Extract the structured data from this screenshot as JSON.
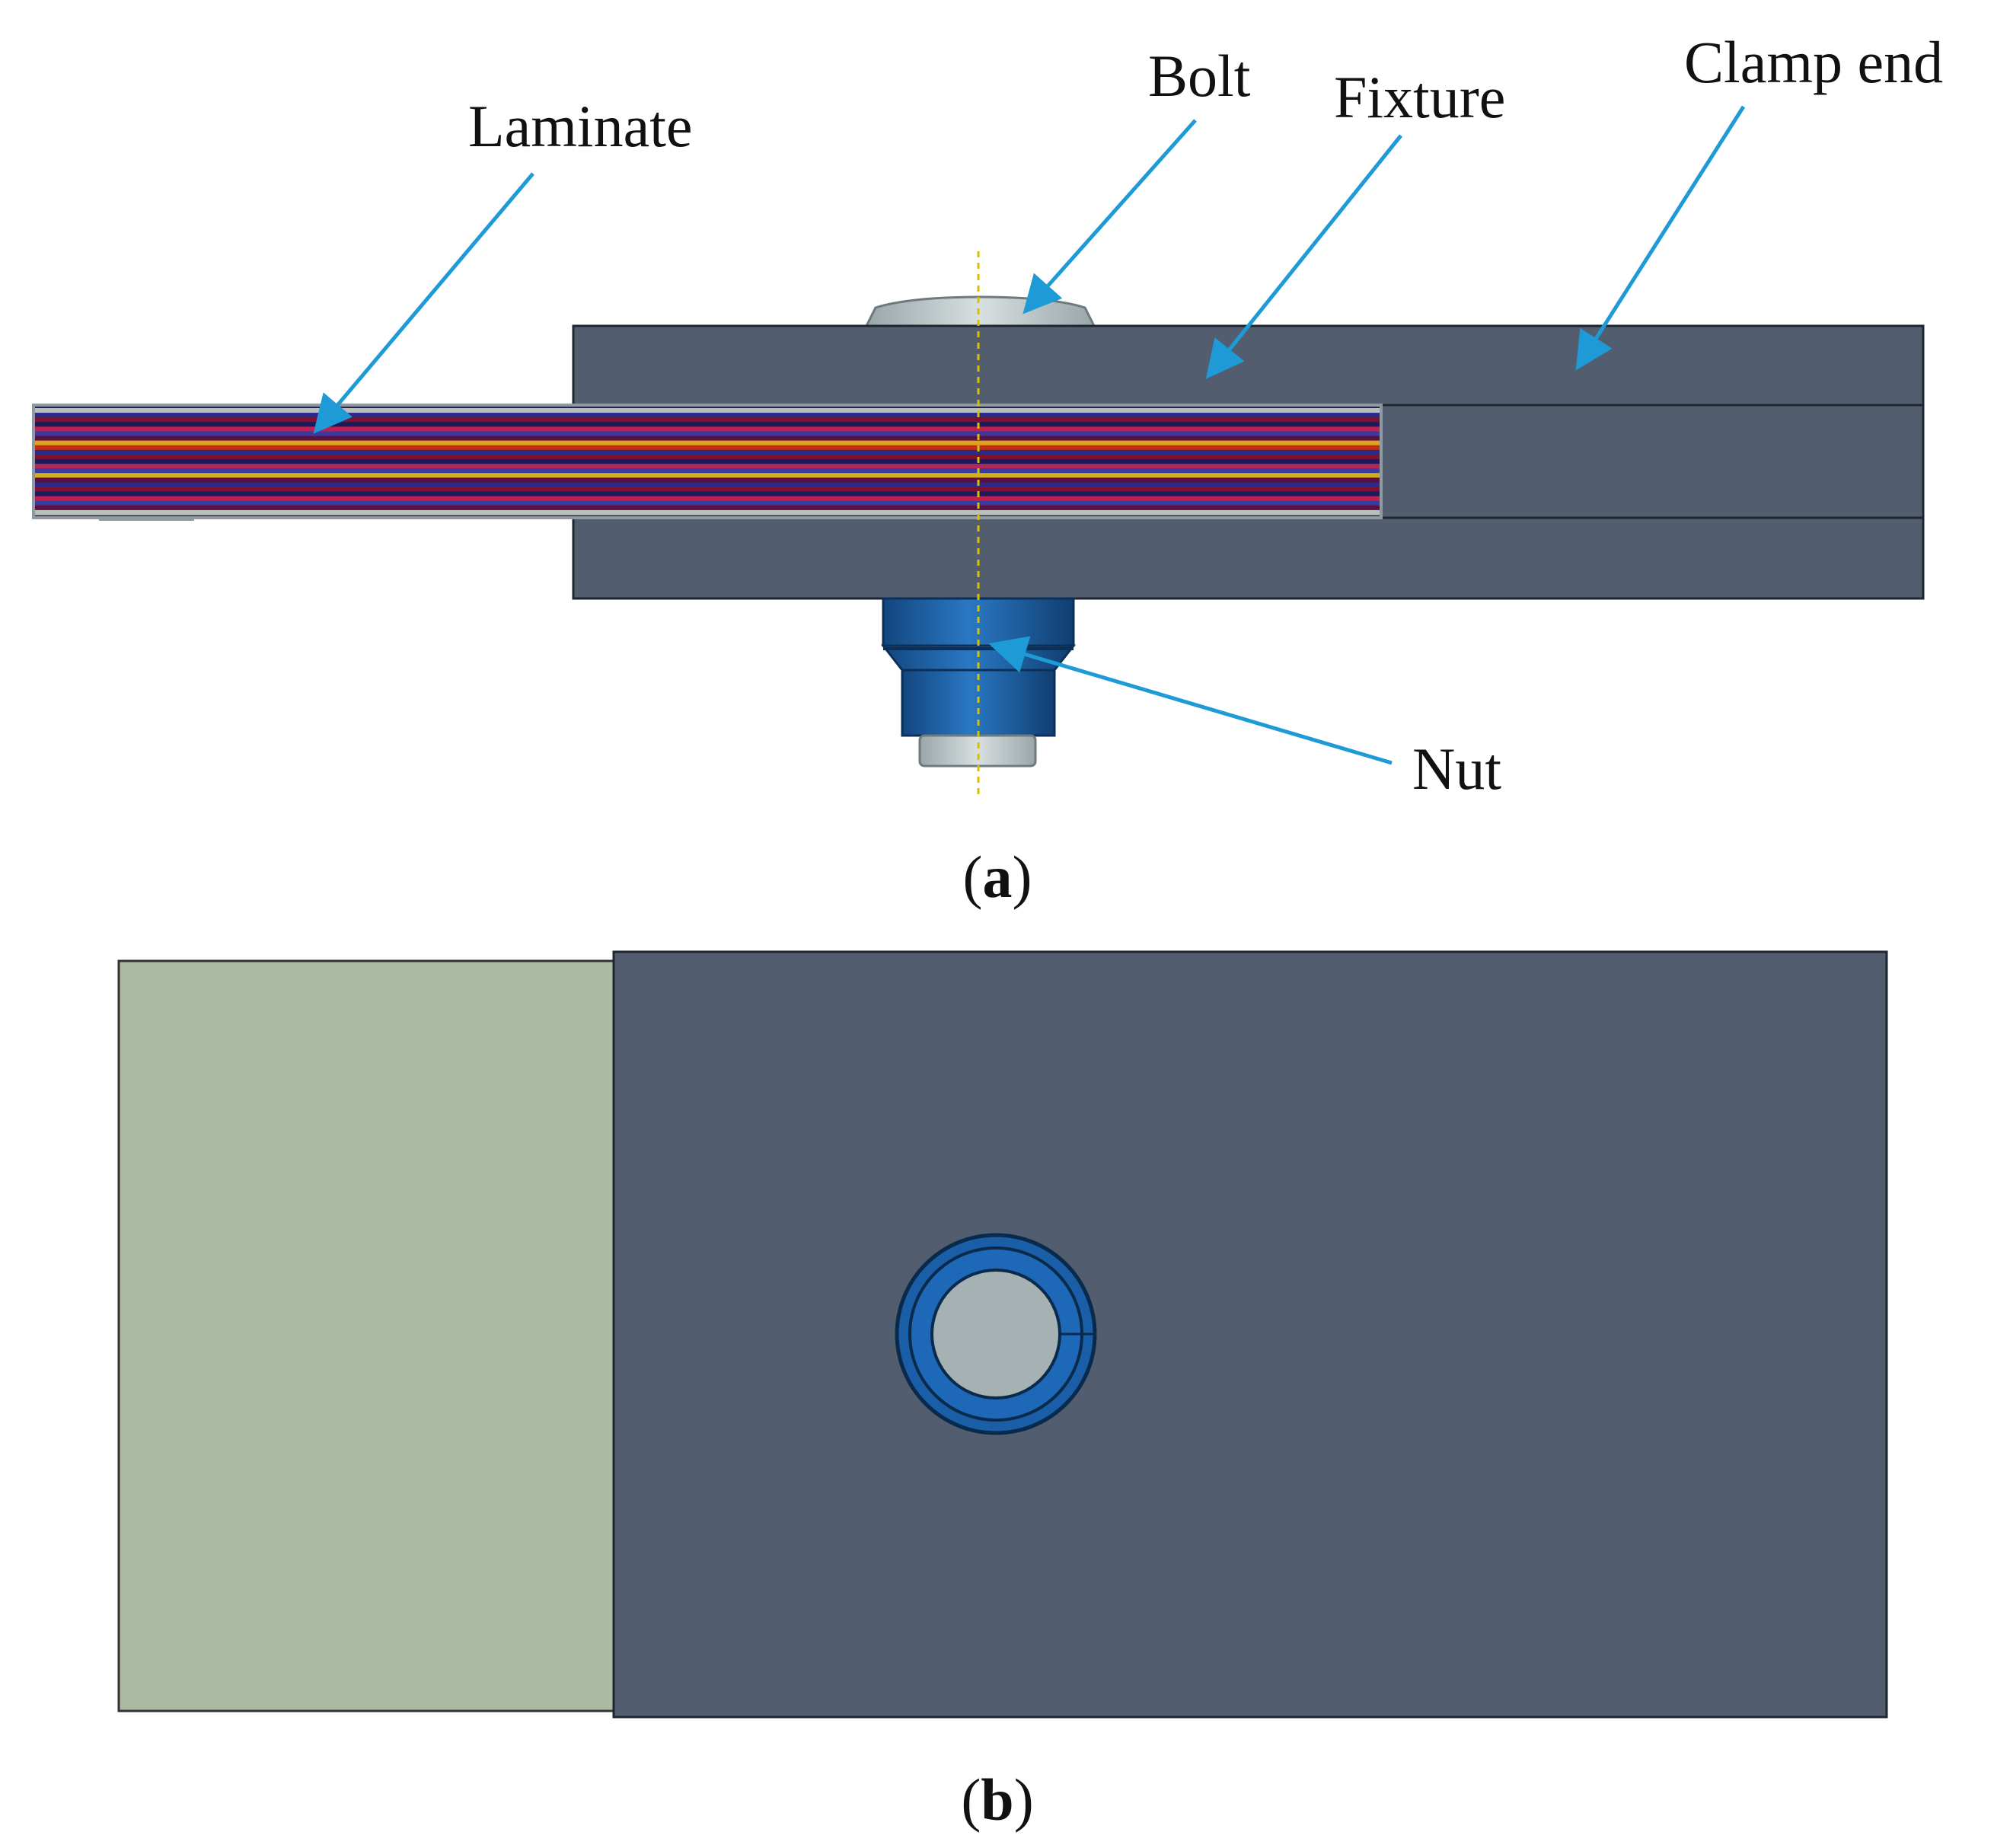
{
  "colors": {
    "fixture": "#525e70",
    "fixture_edge": "#1e2630",
    "laminate_tab": "#abbaa1",
    "arrow": "#1e9ad6",
    "bolt_head": "#b9c3c5",
    "nut": "#1a5ea8",
    "centerline": "#d4c400"
  },
  "panel_a": {
    "labels": {
      "laminate": "Laminate",
      "bolt": "Bolt",
      "fixture": "Fixture",
      "clamp_end": "Clamp end",
      "nut": "Nut"
    },
    "caption": {
      "open": "(",
      "letter": "a",
      "close": ")"
    }
  },
  "panel_b": {
    "caption": {
      "open": "(",
      "letter": "b",
      "close": ")"
    }
  }
}
